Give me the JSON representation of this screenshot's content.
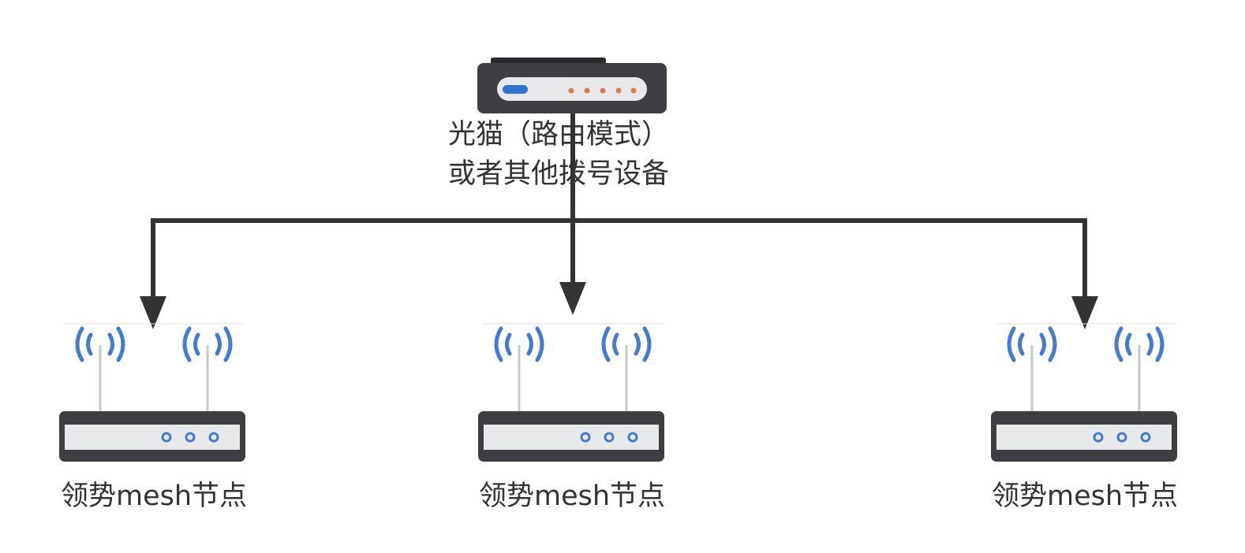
{
  "modem": {
    "label_line1": "光猫（路由模式）",
    "label_line2": "或者其他拨号设备",
    "icon": "modem-icon"
  },
  "nodes": [
    {
      "label": "领势mesh节点",
      "icon": "wifi-router-icon"
    },
    {
      "label": "领势mesh节点",
      "icon": "wifi-router-icon"
    },
    {
      "label": "领势mesh节点",
      "icon": "wifi-router-icon"
    }
  ],
  "colors": {
    "connector": "#333333",
    "device_body": "#3d3d42",
    "device_panel": "#e8e9ea",
    "modem_led_blue": "#2f72d6",
    "modem_led_orange": "#e07a3c",
    "router_led": "#3f7bd8",
    "wifi_signal": "#3f7bd8",
    "antenna": "#c8c8c8"
  }
}
